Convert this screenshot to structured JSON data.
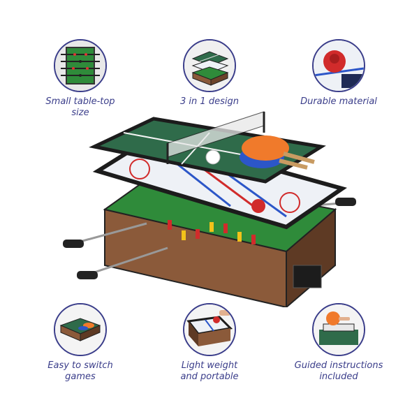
{
  "features": [
    {
      "id": "tl",
      "label": "Small table-top\nsize",
      "icon": "foosball-top-view-icon"
    },
    {
      "id": "tm",
      "label": "3 in 1 design",
      "icon": "stacked-tables-icon"
    },
    {
      "id": "tr",
      "label": "Durable material",
      "icon": "air-hockey-puck-icon"
    },
    {
      "id": "bl",
      "label": "Easy to switch\ngames",
      "icon": "table-tennis-table-icon"
    },
    {
      "id": "bm",
      "label": "Light weight\nand portable",
      "icon": "carry-hockey-table-icon"
    },
    {
      "id": "br",
      "label": "Guided instructions\nincluded",
      "icon": "paddle-and-net-icon"
    }
  ],
  "colors": {
    "label": "#3a3d8a",
    "table_green": "#2f6b4a",
    "wood": "#8b5a3a",
    "hockey_white": "#eef1f6",
    "rink_red": "#d12b2b",
    "rink_blue": "#2c56c8"
  }
}
